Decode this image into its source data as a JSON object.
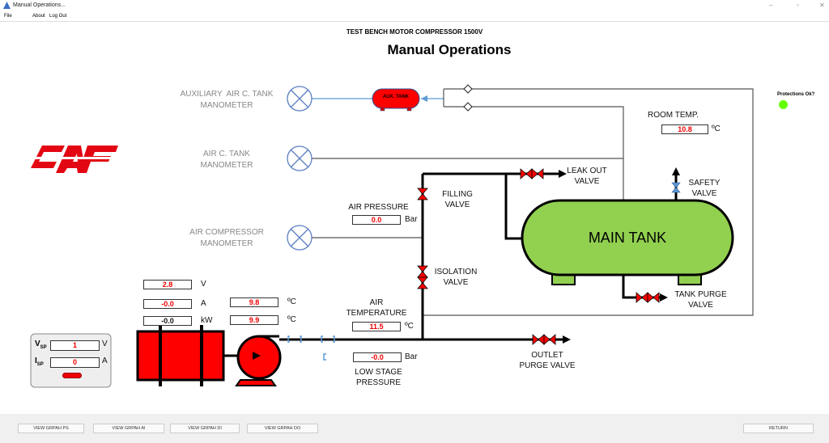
{
  "window": {
    "title": "Manual Operations...",
    "icon": "app-icon"
  },
  "menu": {
    "items": [
      "File",
      "About",
      "Log Out"
    ]
  },
  "header": {
    "subtitle": "TEST BENCH MOTOR COMPRESSOR 1500V",
    "title": "Manual Operations"
  },
  "logo": {
    "text": "CAF",
    "color": "#e30613"
  },
  "manometers": {
    "aux": "AUXILIARY  AIR C. TANK\nMANOMETER",
    "tank": "AIR C. TANK\nMANOMETER",
    "compressor": "AIR COMPRESSOR\nMANOMETER"
  },
  "aux_tank": {
    "label": "AUX. TANK"
  },
  "main_tank": {
    "label": "MAIN TANK",
    "color": "#92d050"
  },
  "protections": {
    "label": "Protections Ok?",
    "status_color": "#66ff00"
  },
  "room_temp": {
    "label": "ROOM TEMP.",
    "value": "10.8",
    "unit": "ºC"
  },
  "valves": {
    "leak": "LEAK OUT\nVALVE",
    "safety": "SAFETY\nVALVE",
    "filling": "FILLING\nVALVE",
    "isolation": "ISOLATION\nVALVE",
    "tank_purge": "TANK PURGE\nVALVE",
    "outlet_purge": "OUTLET\nPURGE VALVE"
  },
  "air_pressure": {
    "label": "AIR PRESSURE",
    "value": "0.0",
    "unit": "Bar"
  },
  "air_temperature": {
    "label": "AIR\nTEMPERATURE",
    "value": "11.5",
    "unit": "ºC"
  },
  "low_stage": {
    "label": "LOW STAGE\nPRESSURE",
    "value": "-0.0",
    "unit": "Bar"
  },
  "motor": {
    "voltage": "2.8",
    "voltage_unit": "V",
    "current": "-0.0",
    "current_unit": "A",
    "power": "-0.0",
    "power_unit": "kW",
    "temp1": "9.8",
    "temp1_unit": "ºC",
    "temp2": "9.9",
    "temp2_unit": "ºC"
  },
  "setpoints": {
    "v_label": "V",
    "v_sub": "SP",
    "v_value": "1",
    "v_unit": "V",
    "i_label": "I",
    "i_sub": "SP",
    "i_value": "0",
    "i_unit": "A"
  },
  "footer": {
    "buttons": [
      "VIEW GRPAH PS",
      "VIEW GRPAH AI",
      "VIEW GRPAH DI",
      "VIEW GRPAH DO"
    ],
    "return": "RETURN"
  }
}
